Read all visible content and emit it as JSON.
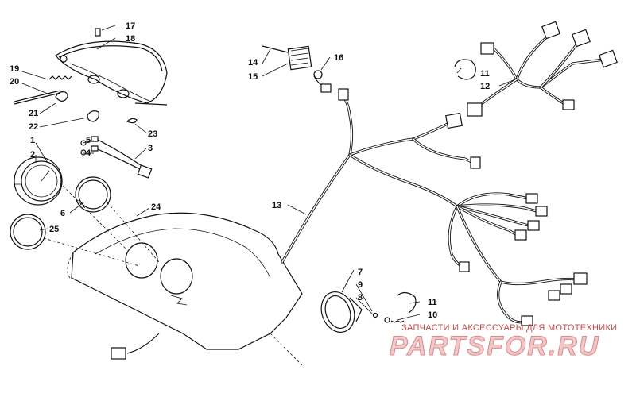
{
  "labels": {
    "l1": "1",
    "l2": "2",
    "l3": "3",
    "l4": "4",
    "l5": "5",
    "l6": "6",
    "l7": "7",
    "l8": "8",
    "l9": "9",
    "l10": "10",
    "l11a": "11",
    "l11b": "11",
    "l12": "12",
    "l13": "13",
    "l14": "14",
    "l15": "15",
    "l16": "16",
    "l17": "17",
    "l18": "18",
    "l19": "19",
    "l20": "20",
    "l21": "21",
    "l22": "22",
    "l23": "23",
    "l24": "24",
    "l25": "25"
  },
  "watermark": {
    "caption": "ЗАПЧАСТИ И АКСЕССУАРЫ ДЛЯ МОТОТЕХНИКИ",
    "logo": "PARTSFOR.RU"
  }
}
